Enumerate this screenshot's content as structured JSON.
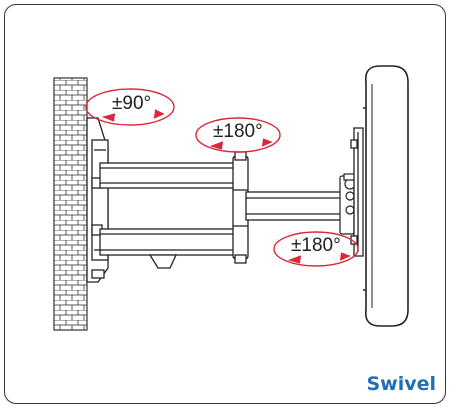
{
  "rotation_labels": {
    "wall_bracket": "±90°",
    "arm_joint": "±180°",
    "tv_plate": "±180°"
  },
  "caption": "Swivel",
  "colors": {
    "caption": "#1f6fb2",
    "arrow": "#d8283a",
    "line": "#222222"
  }
}
